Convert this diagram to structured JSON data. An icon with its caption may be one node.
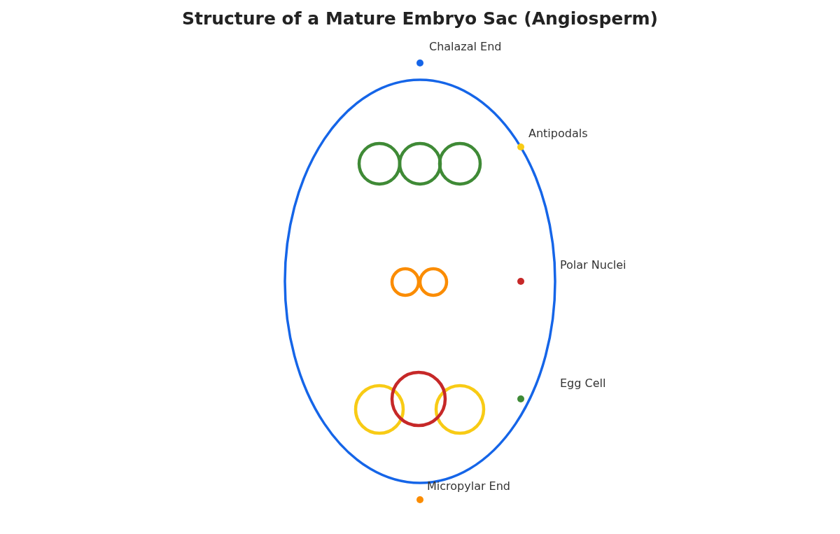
{
  "diagram": {
    "title": "Structure of a Mature Embryo Sac (Angiosperm)",
    "labels": [
      "Chalazal End",
      "Antipodals",
      "Polar Nuclei",
      "Egg Cell",
      "Micropylar End"
    ]
  }
}
